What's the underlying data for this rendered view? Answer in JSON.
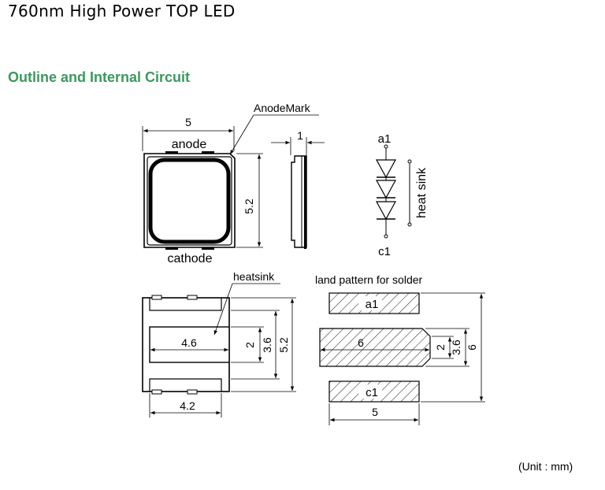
{
  "header": {
    "title": "760nm High Power TOP LED"
  },
  "section": {
    "heading": "Outline and Internal Circuit"
  },
  "top_view": {
    "width_dim": "5",
    "height_dim": "5.2",
    "anode_label": "anode",
    "cathode_label": "cathode",
    "anode_mark_label": "AnodeMark"
  },
  "side_view": {
    "thickness_dim": "1"
  },
  "circuit": {
    "anode_pin": "a1",
    "cathode_pin": "c1",
    "heat_sink_label": "heat sink"
  },
  "bottom_view": {
    "heatsink_label": "heatsink",
    "heatsink_width_dim": "4.6",
    "pad_width_dim": "4.2",
    "dim_2": "2",
    "dim_3_6": "3.6",
    "dim_5_2": "5.2"
  },
  "land_pattern": {
    "title": "land pattern for solder",
    "pad_a_label": "a1",
    "pad_c_label": "c1",
    "center_width_dim": "6",
    "pad_width_dim": "5",
    "dim_2": "2",
    "dim_3_6": "3.6",
    "dim_6": "6"
  },
  "footer": {
    "unit": "(Unit : mm)"
  }
}
